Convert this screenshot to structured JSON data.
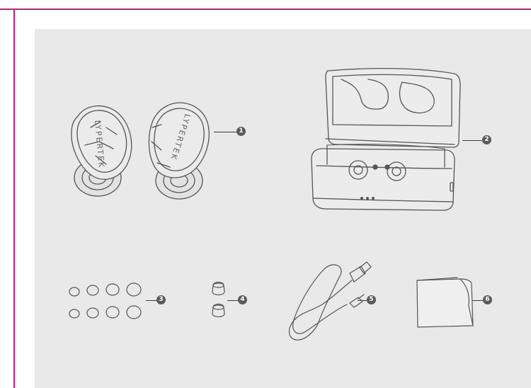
{
  "brand": {
    "left_earbud_text": "LYPERTEK",
    "right_earbud_text": "LYPERTEK"
  },
  "callouts": [
    {
      "number": "1",
      "item": "earbuds"
    },
    {
      "number": "2",
      "item": "charging case"
    },
    {
      "number": "3",
      "item": "silicone ear tips"
    },
    {
      "number": "4",
      "item": "foam ear tips"
    },
    {
      "number": "5",
      "item": "usb cable"
    },
    {
      "number": "6",
      "item": "cleaning cloth"
    }
  ],
  "colors": {
    "frame": "#d1157f",
    "panel": "#e9e9ea",
    "line_art": "#555555",
    "badge": "#5a5a5a"
  }
}
